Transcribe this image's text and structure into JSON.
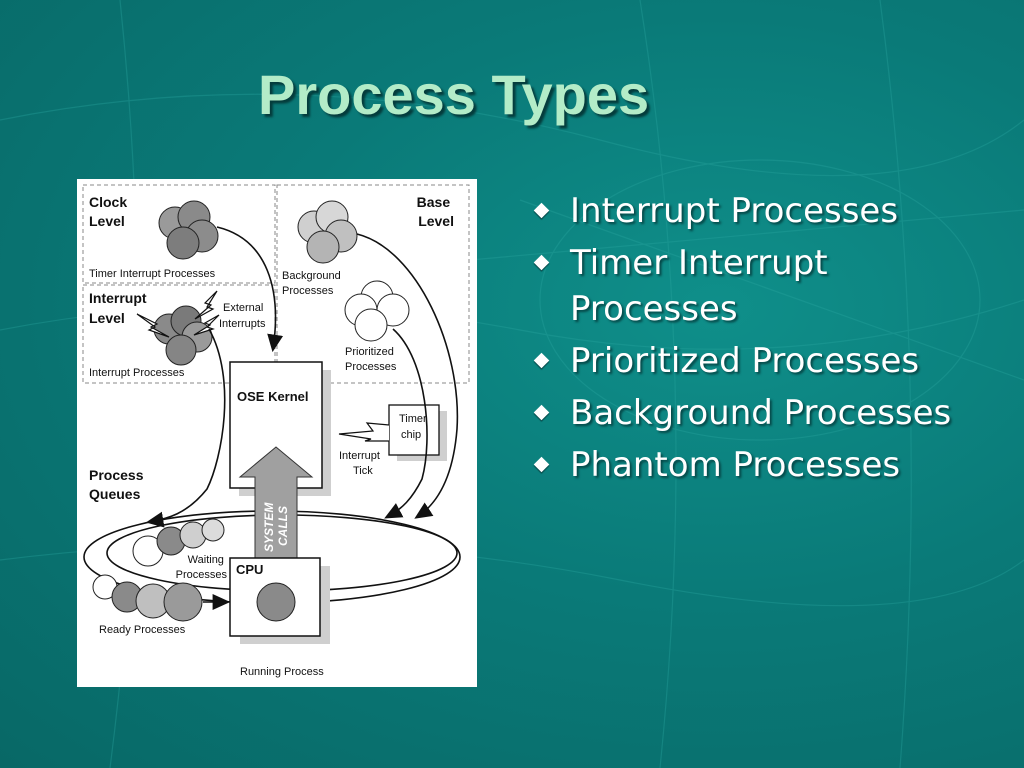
{
  "title": "Process Types",
  "bullets": [
    "Interrupt Processes",
    "Timer Interrupt Processes",
    "Prioritized Processes",
    "Background Processes",
    "Phantom Processes"
  ],
  "diagram": {
    "clock_level": [
      "Clock",
      "Level"
    ],
    "base_level": [
      "Base",
      "Level"
    ],
    "timer_interrupt_processes": "Timer Interrupt Processes",
    "background_processes": [
      "Background",
      "Processes"
    ],
    "interrupt_level": [
      "Interrupt",
      "Level"
    ],
    "external_interrupts": [
      "External",
      "Interrupts"
    ],
    "interrupt_processes": "Interrupt Processes",
    "prioritized_processes": [
      "Prioritized",
      "Processes"
    ],
    "ose_kernel": "OSE Kernel",
    "timer_chip": [
      "Timer",
      "chip"
    ],
    "interrupt_tick": [
      "Interrupt",
      "Tick"
    ],
    "process_queues": [
      "Process",
      "Queues"
    ],
    "system_calls": [
      "SYSTEM",
      "CALLS"
    ],
    "waiting_processes": [
      "Waiting",
      "Processes"
    ],
    "cpu": "CPU",
    "ready_processes": "Ready Processes",
    "running_process": "Running Process"
  }
}
